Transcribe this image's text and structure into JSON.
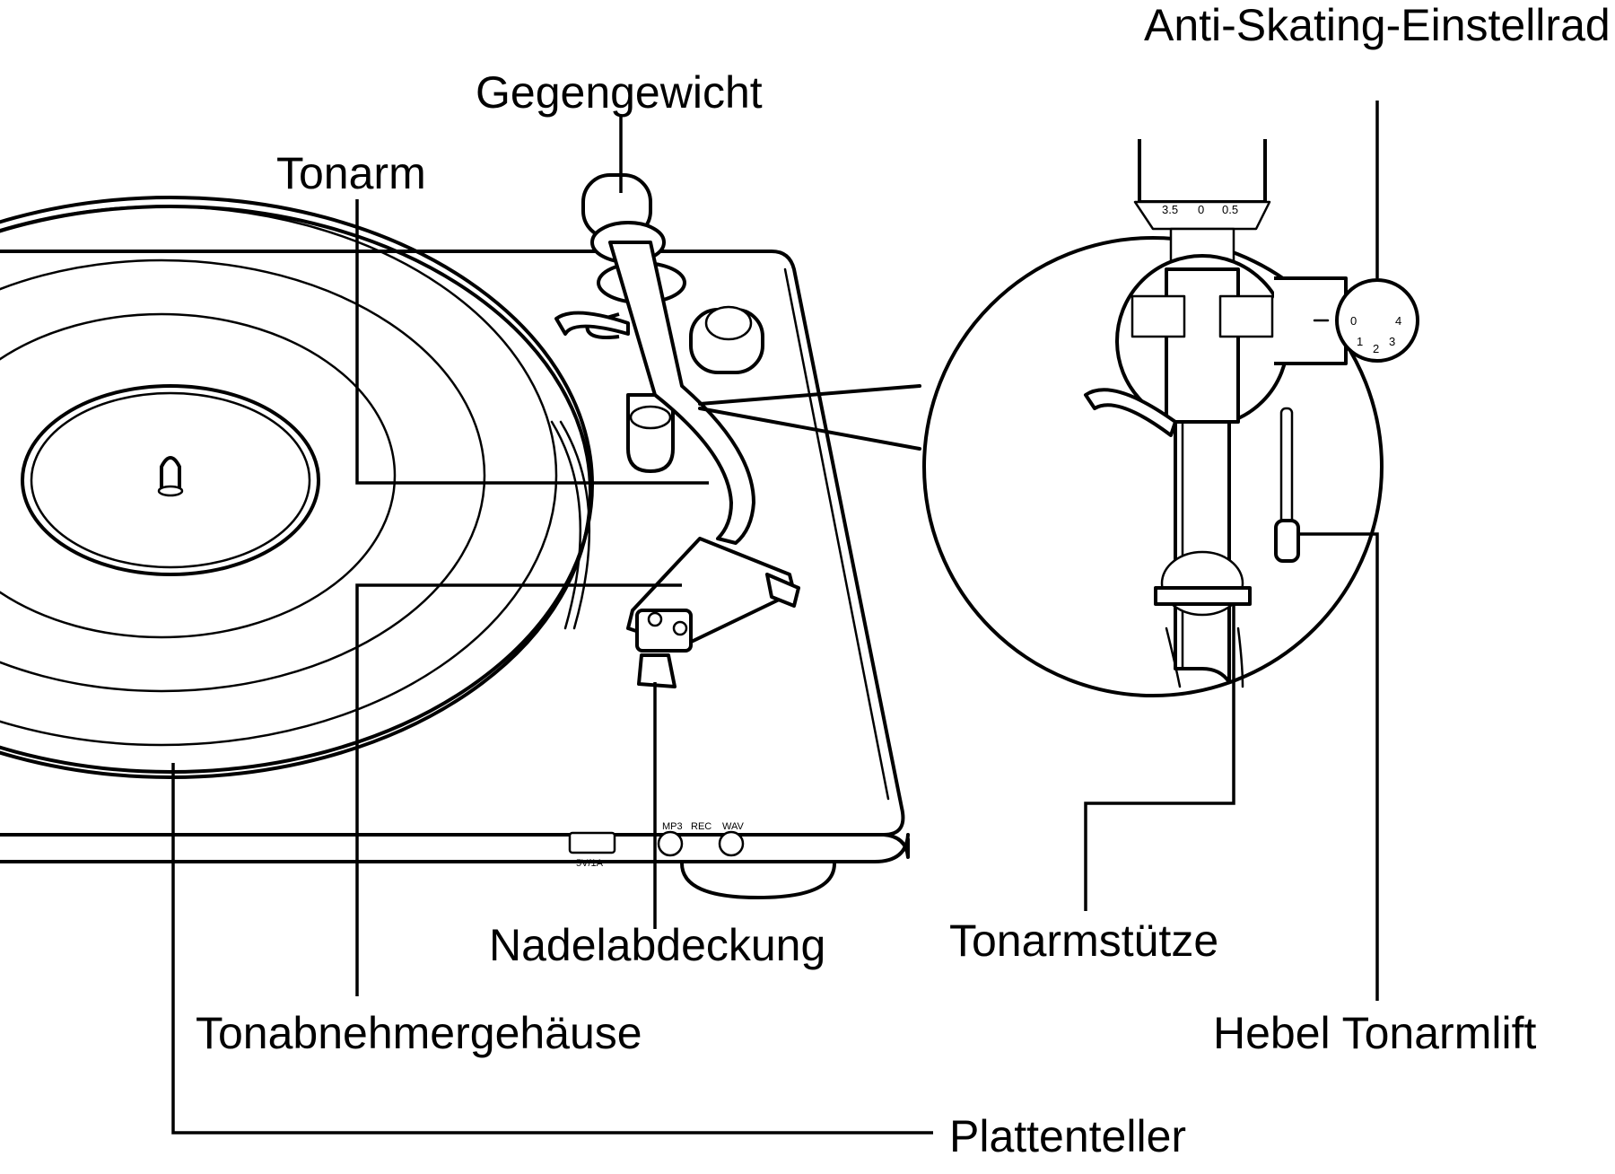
{
  "labels": {
    "anti_skating": "Anti-Skating-Einstellrad",
    "counterweight": "Gegengewicht",
    "tonearm": "Tonarm",
    "headshell": "Tonabnehmergehäuse",
    "stylus_cover": "Nadelabdeckung",
    "platter": "Plattenteller",
    "arm_rest": "Tonarmstütze",
    "lift_lever": "Hebel Tonarmlift"
  },
  "counterweight_scale": [
    "3.5",
    "0",
    "0.5"
  ],
  "anti_skating_scale": [
    "0",
    "1",
    "2",
    "3",
    "4"
  ],
  "panel_markings": {
    "usb": "5V/1A",
    "rec": "REC",
    "mp3": "MP3",
    "wav": "WAV"
  }
}
